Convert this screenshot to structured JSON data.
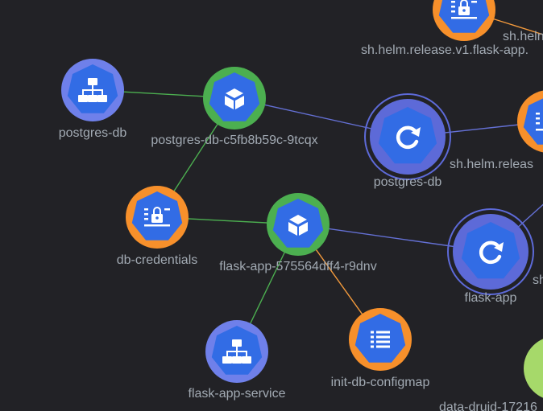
{
  "colors": {
    "background": "#222226",
    "hex_fill": "#326ce5",
    "ring_pod": "#4caf50",
    "ring_secret": "#f7902b",
    "ring_service": "#6f80ea",
    "ring_release": "#5d6ad8",
    "edge_green": "#4caf50",
    "edge_blue": "#6470d4",
    "edge_orange": "#f39a3c",
    "edge_gray": "#9aa7b4",
    "label": "#a2aab3",
    "icon": "#ffffff"
  },
  "graph": {
    "nodes": [
      {
        "id": "postgres-db-service",
        "label": "postgres-db",
        "kind": "service",
        "icon": "network-icon"
      },
      {
        "id": "postgres-db-pod",
        "label": "postgres-db-c5fb8b59c-9tcqx",
        "kind": "pod",
        "icon": "cube-icon"
      },
      {
        "id": "postgres-db-release",
        "label": "postgres-db",
        "kind": "release",
        "icon": "sync-icon"
      },
      {
        "id": "db-credentials",
        "label": "db-credentials",
        "kind": "secret",
        "icon": "lock-list-icon"
      },
      {
        "id": "flask-app-pod",
        "label": "flask-app-575564dff4-r9dnv",
        "kind": "pod",
        "icon": "cube-icon"
      },
      {
        "id": "flask-app-release",
        "label": "flask-app",
        "kind": "release",
        "icon": "sync-icon"
      },
      {
        "id": "flask-app-service",
        "label": "flask-app-service",
        "kind": "service",
        "icon": "network-icon"
      },
      {
        "id": "init-db-configmap",
        "label": "init-db-configmap",
        "kind": "configmap",
        "icon": "list-icon"
      },
      {
        "id": "helm-release-flask-secret",
        "label": "sh.helm.release.v1.flask-app.",
        "kind": "secret",
        "icon": "lock-list-icon"
      },
      {
        "id": "helm-release-postgres-secret",
        "label": "sh.helm.releas",
        "kind": "secret",
        "icon": "lock-list-icon"
      },
      {
        "id": "helm-top-label",
        "label": "sh.heln",
        "kind": "text",
        "icon": ""
      },
      {
        "id": "sh-partial-label",
        "label": "sh",
        "kind": "text",
        "icon": ""
      },
      {
        "id": "data-druid",
        "label": "data-druid-17216",
        "kind": "partial",
        "icon": ""
      }
    ],
    "edges": [
      {
        "from": "postgres-db-service",
        "to": "postgres-db-pod",
        "color": "edge_green"
      },
      {
        "from": "postgres-db-pod",
        "to": "db-credentials",
        "color": "edge_green"
      },
      {
        "from": "postgres-db-pod",
        "to": "postgres-db-release",
        "color": "edge_blue"
      },
      {
        "from": "postgres-db-release",
        "to": "helm-release-postgres-secret",
        "color": "edge_blue"
      },
      {
        "from": "db-credentials",
        "to": "flask-app-pod",
        "color": "edge_green"
      },
      {
        "from": "flask-app-pod",
        "to": "flask-app-release",
        "color": "edge_blue"
      },
      {
        "from": "flask-app-pod",
        "to": "flask-app-service",
        "color": "edge_green"
      },
      {
        "from": "flask-app-pod",
        "to": "init-db-configmap",
        "color": "edge_orange"
      },
      {
        "from": "helm-release-flask-secret",
        "to": "offscreen-right",
        "color": "edge_orange"
      },
      {
        "from": "flask-app-release",
        "to": "offscreen-right-upper",
        "color": "edge_blue"
      }
    ]
  }
}
